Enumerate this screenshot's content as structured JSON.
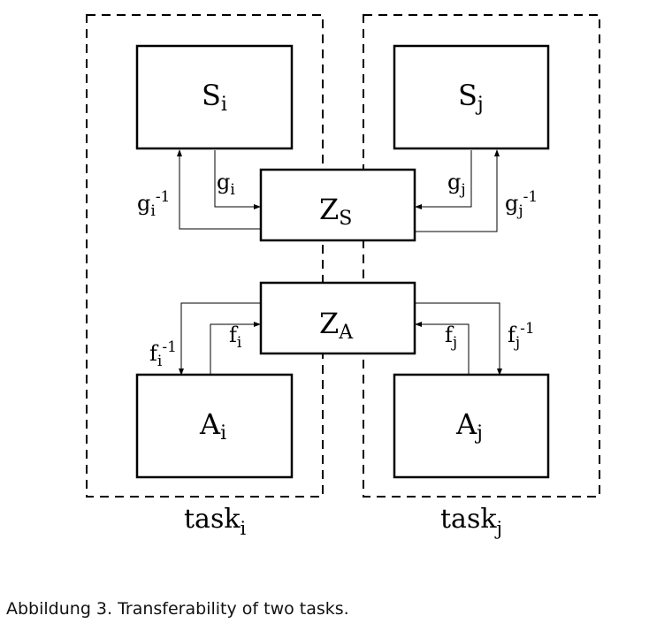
{
  "boxes": {
    "s_i": {
      "base": "S",
      "sub": "i"
    },
    "s_j": {
      "base": "S",
      "sub": "j"
    },
    "z_s": {
      "base": "Z",
      "sub": "S"
    },
    "z_a": {
      "base": "Z",
      "sub": "A"
    },
    "a_i": {
      "base": "A",
      "sub": "i"
    },
    "a_j": {
      "base": "A",
      "sub": "j"
    }
  },
  "arrow_labels": {
    "g_i": {
      "base": "g",
      "sub": "i"
    },
    "g_i_inv": {
      "base": "g",
      "sub": "i",
      "sup": "-1"
    },
    "g_j": {
      "base": "g",
      "sub": "j"
    },
    "g_j_inv": {
      "base": "g",
      "sub": "j",
      "sup": "-1"
    },
    "f_i": {
      "base": "f",
      "sub": "i"
    },
    "f_i_inv": {
      "base": "f",
      "sub": "i",
      "sup": "-1"
    },
    "f_j": {
      "base": "f",
      "sub": "j"
    },
    "f_j_inv": {
      "base": "f",
      "sub": "j",
      "sup": "-1"
    }
  },
  "task_labels": {
    "task_i": {
      "base": "task",
      "sub": "i"
    },
    "task_j": {
      "base": "task",
      "sub": "j"
    }
  },
  "caption": "Abbildung 3. Transferability of two tasks."
}
